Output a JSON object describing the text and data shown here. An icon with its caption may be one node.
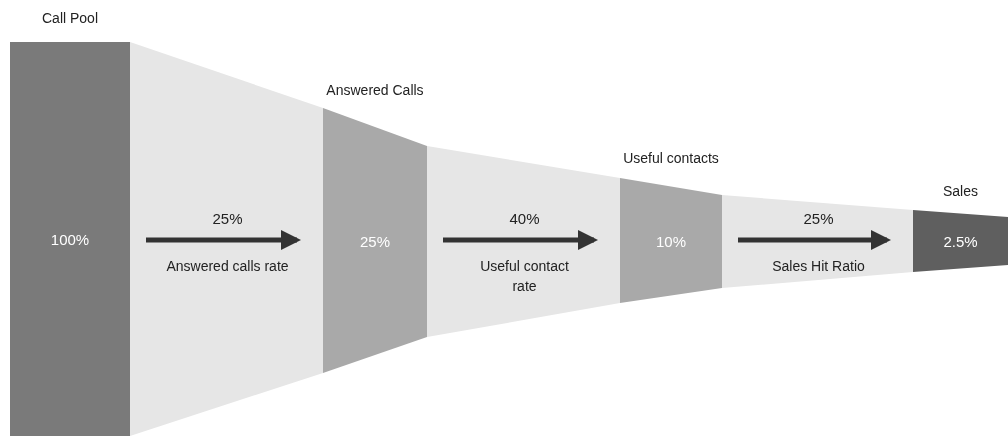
{
  "diagram": {
    "nodes": [
      {
        "text": [
          "Call Pool",
          "100%"
        ]
      },
      {
        "text": [
          "Answered Calls",
          "25%"
        ]
      },
      {
        "text": [
          "Useful contacts",
          "10%"
        ]
      },
      {
        "text": [
          "Sales",
          "2.5%"
        ]
      }
    ],
    "edges": [
      {
        "from": 0,
        "to": 1,
        "arrow": "to",
        "label": "25%"
      },
      {
        "from": 1,
        "to": 2,
        "arrow": "to",
        "label": "40%"
      },
      {
        "from": 2,
        "to": 3,
        "arrow": "to",
        "label": "25%"
      }
    ],
    "labels": [
      "Answered calls rate",
      "Useful contact rate",
      "Sales Hit Ratio"
    ]
  }
}
